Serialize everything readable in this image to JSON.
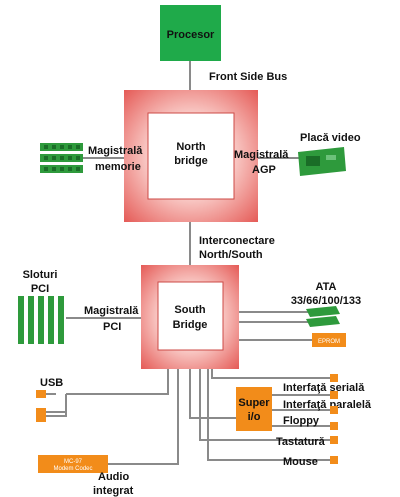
{
  "processor": {
    "label": "Procesor"
  },
  "front_side_bus": {
    "label": "Front Side Bus"
  },
  "north_bridge": {
    "line1": "North",
    "line2": "bridge"
  },
  "south_bridge": {
    "line1": "South",
    "line2": "Bridge"
  },
  "memory_bus": {
    "line1": "Magistrală",
    "line2": "memorie"
  },
  "agp_bus": {
    "line1": "Magistrală",
    "line2": "AGP"
  },
  "video_card": {
    "label": "Placă video"
  },
  "interconnect": {
    "line1": "Interconectare",
    "line2": "North/South"
  },
  "pci_slots": {
    "line1": "Sloturi",
    "line2": "PCI"
  },
  "pci_bus": {
    "line1": "Magistrală",
    "line2": "PCI"
  },
  "ata": {
    "line1": "ATA",
    "line2": "33/66/100/133"
  },
  "eprom": {
    "label": "EPROM"
  },
  "usb": {
    "label": "USB"
  },
  "super_io": {
    "line1": "Super",
    "line2": "i/o"
  },
  "serial": {
    "label": "Interfaţă serială"
  },
  "parallel": {
    "label": "Interfaţă paralelă"
  },
  "floppy": {
    "label": "Floppy"
  },
  "keyboard": {
    "label": "Tastatură"
  },
  "mouse": {
    "label": "Mouse"
  },
  "audio_chip": {
    "line1": "MC-97",
    "line2": "Modem Codec"
  },
  "audio": {
    "line1": "Audio",
    "line2": "integrat"
  },
  "colors": {
    "processor": "#1faa4a",
    "bridge_outer": "#e86a66",
    "bridge_inner": "#ffffff",
    "component_green": "#2e9a3c",
    "orange": "#f28c1a",
    "line": "#8a8a8a"
  }
}
